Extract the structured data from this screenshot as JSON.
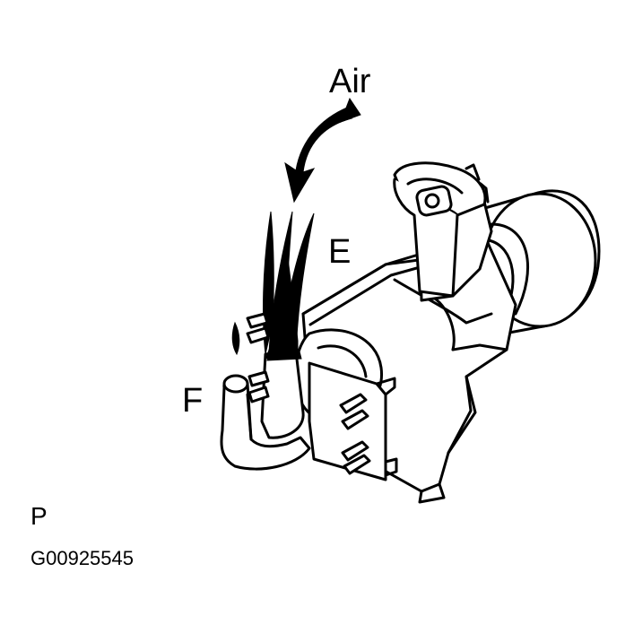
{
  "labels": {
    "air": "Air",
    "port_e": "E",
    "port_f": "F",
    "view_letter": "P",
    "figure_code": "G00925545"
  },
  "colors": {
    "background": "#ffffff",
    "line": "#000000"
  },
  "icons": {
    "airflow_arrow": "curved-arrow-icon",
    "air_plume": "air-stream-icon"
  }
}
